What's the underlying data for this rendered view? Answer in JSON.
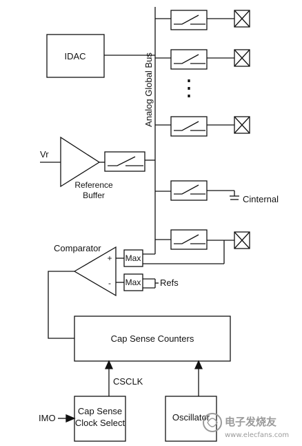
{
  "blocks": {
    "idac": "IDAC",
    "reference_buffer_line1": "Reference",
    "reference_buffer_line2": "Buffer",
    "comparator": "Comparator",
    "max_top": "Max",
    "max_bottom": "Max",
    "refs": "Refs",
    "cap_sense_counters": "Cap Sense Counters",
    "clock_select_line1": "Cap Sense",
    "clock_select_line2": "Clock Select",
    "oscillator": "Oscillator"
  },
  "signals": {
    "vr": "Vr",
    "analog_global_bus": "Analog Global Bus",
    "cinternal": "Cinternal",
    "csclk": "CSCLK",
    "imo": "IMO",
    "plus": "+",
    "minus": "-",
    "vdots": "⋮"
  },
  "watermark": {
    "name": "电子发烧友",
    "url": "www.elecfans.com"
  },
  "colors": {
    "line": "#111111",
    "background": "#ffffff",
    "watermark": "#9a9a9a"
  }
}
